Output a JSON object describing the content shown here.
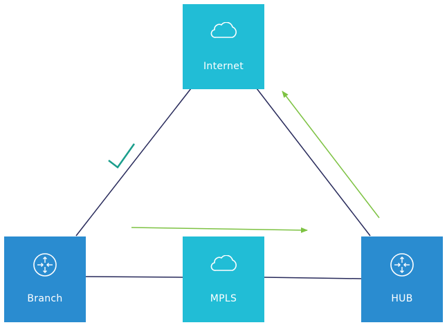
{
  "nodes": {
    "internet": {
      "label": "Internet",
      "icon": "cloud-icon"
    },
    "mpls": {
      "label": "MPLS",
      "icon": "cloud-icon"
    },
    "branch": {
      "label": "Branch",
      "icon": "router-icon"
    },
    "hub": {
      "label": "HUB",
      "icon": "router-icon"
    }
  },
  "colors": {
    "cloud": "#21BDD6",
    "router": "#2A8CD0",
    "link": "#27295A",
    "flow_arrow": "#7DC242",
    "checkmark": "#1A9E8C",
    "label_text": "#FFFFFF"
  }
}
